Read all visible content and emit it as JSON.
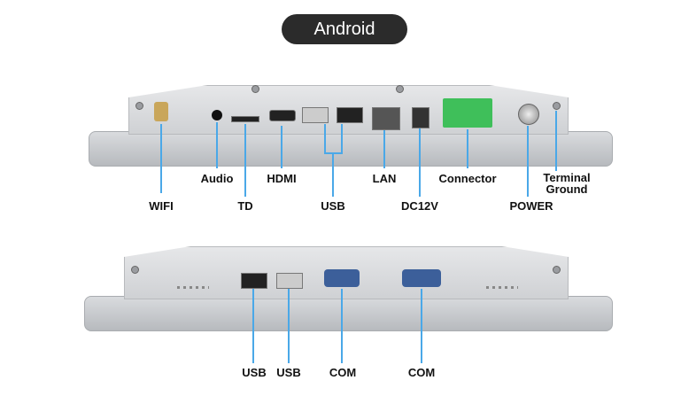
{
  "title": "Android",
  "top_labels": {
    "wifi": "WIFI",
    "audio": "Audio",
    "td": "TD",
    "hdmi": "HDMI",
    "usb": "USB",
    "lan": "LAN",
    "dc12v": "DC12V",
    "connector": "Connector",
    "power": "POWER",
    "terminal": "Terminal",
    "ground": "Ground"
  },
  "bottom_labels": {
    "usb1": "USB",
    "usb2": "USB",
    "com1": "COM",
    "com2": "COM"
  },
  "colors": {
    "line": "#4aa8e8",
    "connector": "#3fbf5a",
    "badge": "#2b2b2b"
  }
}
